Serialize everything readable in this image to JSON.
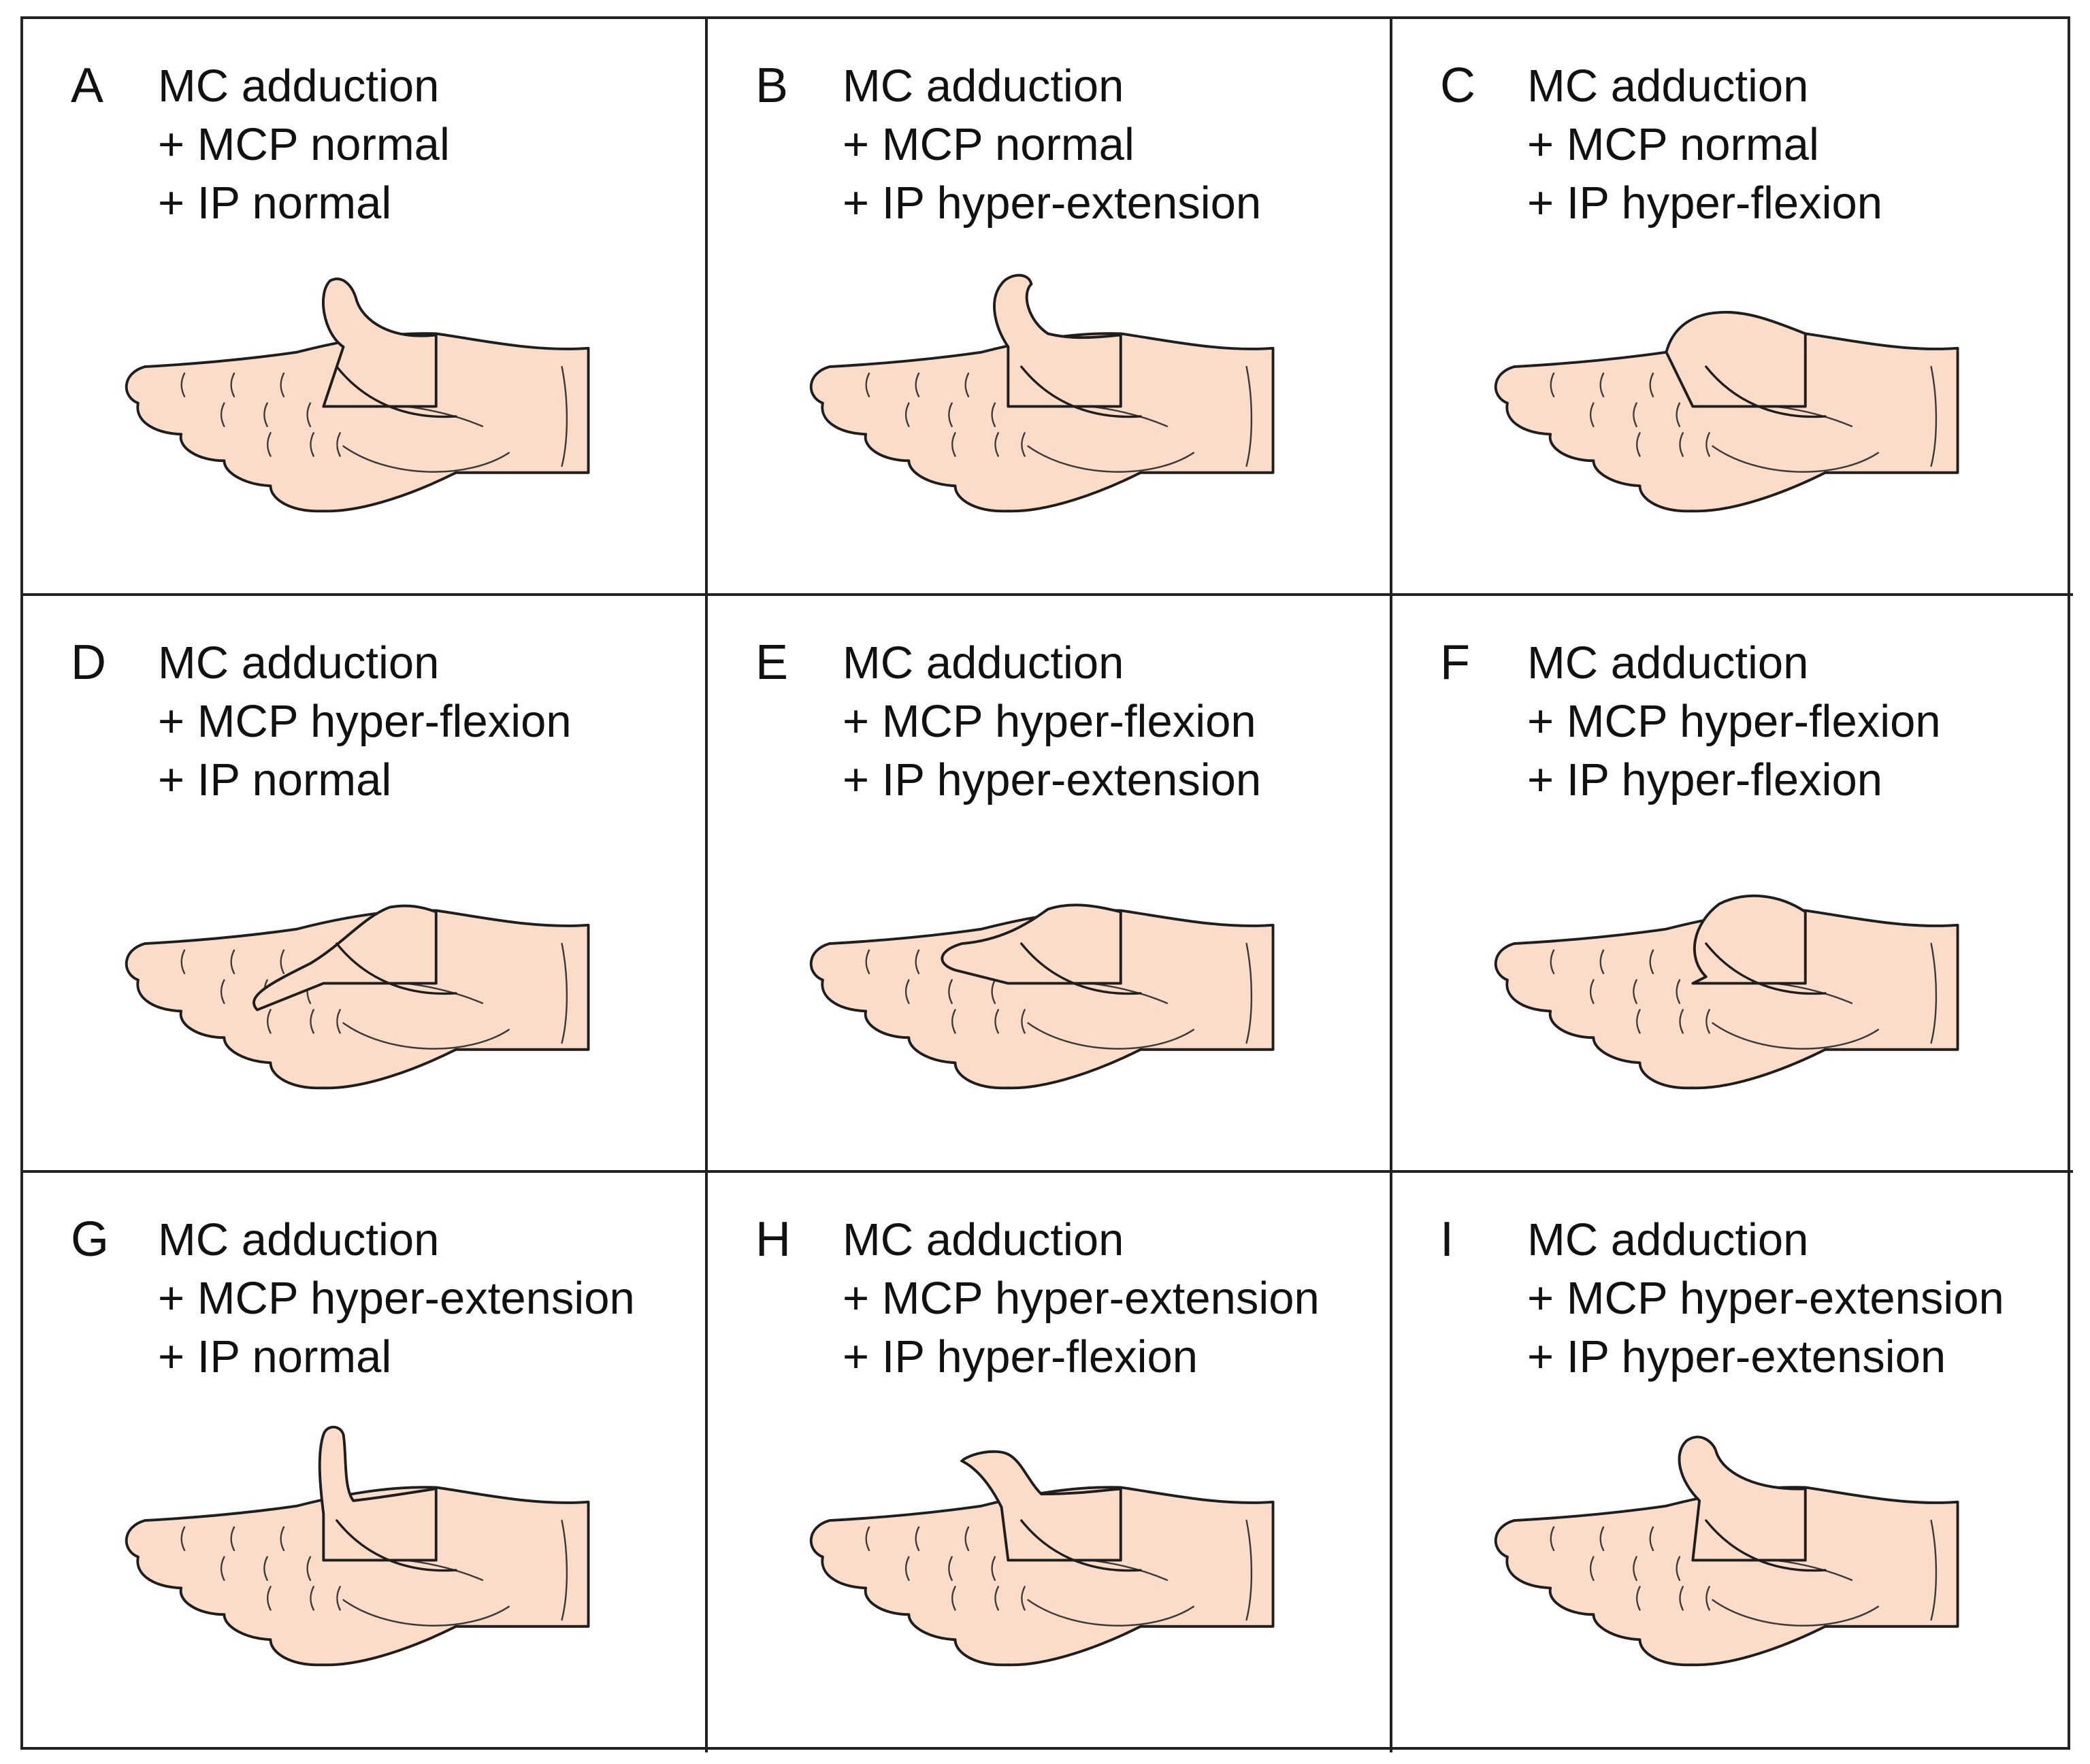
{
  "panels": [
    {
      "letter": "A",
      "lines": [
        "MC adduction",
        "+ MCP normal",
        "+ IP normal"
      ],
      "thumb": "normal-up"
    },
    {
      "letter": "B",
      "lines": [
        "MC adduction",
        "+ MCP normal",
        "+ IP hyper-extension"
      ],
      "thumb": "hook-up"
    },
    {
      "letter": "C",
      "lines": [
        "MC adduction",
        "+ MCP normal",
        "+ IP hyper-flexion"
      ],
      "thumb": "tucked"
    },
    {
      "letter": "D",
      "lines": [
        "MC adduction",
        "+ MCP hyper-flexion",
        "+ IP normal"
      ],
      "thumb": "flat-over"
    },
    {
      "letter": "E",
      "lines": [
        "MC adduction",
        "+ MCP hyper-flexion",
        "+ IP hyper-extension"
      ],
      "thumb": "flat-hook"
    },
    {
      "letter": "F",
      "lines": [
        "MC adduction",
        "+ MCP hyper-flexion",
        "+ IP hyper-flexion"
      ],
      "thumb": "folded"
    },
    {
      "letter": "G",
      "lines": [
        "MC adduction",
        "+ MCP hyper-extension",
        "+ IP normal"
      ],
      "thumb": "straight-up"
    },
    {
      "letter": "H",
      "lines": [
        "MC adduction",
        "+ MCP hyper-extension",
        "+ IP hyper-flexion"
      ],
      "thumb": "bent-tip"
    },
    {
      "letter": "I",
      "lines": [
        "MC adduction",
        "+ MCP hyper-extension",
        "+ IP hyper-extension"
      ],
      "thumb": "curved-back"
    }
  ],
  "colors": {
    "skin": "#fbdcc9",
    "outline": "#1e1e1e",
    "border": "#222222"
  }
}
